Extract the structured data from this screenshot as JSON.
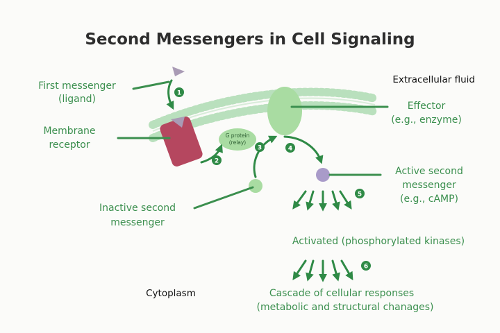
{
  "title": "Second Messengers in Cell Signaling",
  "labels": {
    "first_messenger": [
      "First messenger",
      "(ligand)"
    ],
    "membrane_receptor": [
      "Membrane",
      "receptor"
    ],
    "extracellular_fluid": "Extracellular fluid",
    "effector": [
      "Effector",
      "(e.g., enzyme)"
    ],
    "g_protein": [
      "G protein",
      "(relay)"
    ],
    "active_second_messenger": [
      "Active second",
      "messenger",
      "(e.g., cAMP)"
    ],
    "inactive_second_messenger": [
      "Inactive second",
      "messenger"
    ],
    "activated": "Activated (phosphorylated kinases)",
    "cytoplasm": "Cytoplasm",
    "cascade": [
      "Cascade of cellular responses",
      "(metabolic and structural chanages)"
    ]
  },
  "steps": [
    "1",
    "2",
    "3",
    "4",
    "5",
    "6"
  ],
  "colors": {
    "green_text": "#3b8f4e",
    "membrane": "#b9e0bd",
    "receptor": "#b5475f",
    "effector": "#a9dca2",
    "ligand": "#a99bb5",
    "second_messenger_active": "#a99bc9",
    "second_messenger_inactive": "#a9dca2",
    "step_badge": "#2f8a46"
  }
}
